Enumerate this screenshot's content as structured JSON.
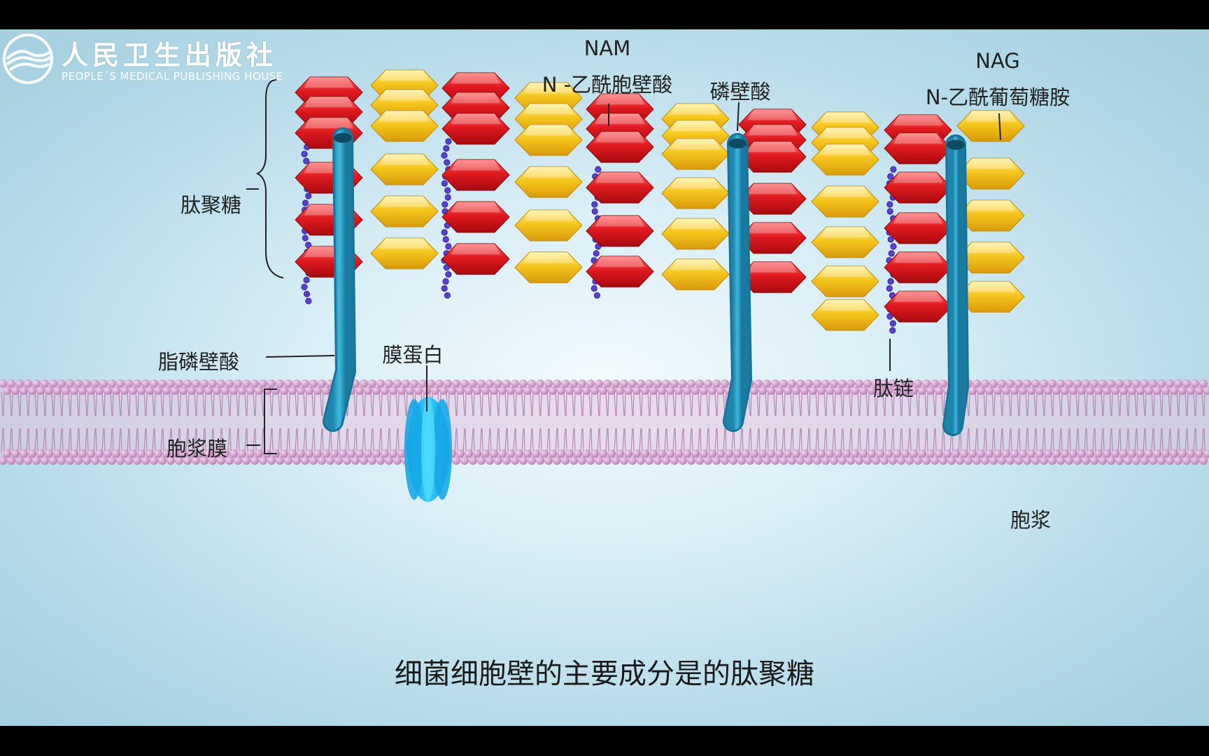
{
  "logo": {
    "name_cn": "人民卫生出版社",
    "name_en": "PEOPLE´S MEDICAL PUBLISHING HOUSE",
    "icon": "publisher-emblem-icon"
  },
  "labels": {
    "nam_abbr": "NAM",
    "nam_full": "N -乙酰胞壁酸",
    "teichoic_acid": "磷壁酸",
    "nag_abbr": "NAG",
    "nag_full": "N-乙酰葡萄糖胺",
    "peptidoglycan": "肽聚糖",
    "lipoteichoic_acid": "脂磷壁酸",
    "membrane_protein": "膜蛋白",
    "peptide_chain": "肽链",
    "plasma_membrane": "胞浆膜",
    "cytoplasm": "胞浆"
  },
  "caption": "细菌细胞壁的主要成分是的肽聚糖",
  "colors": {
    "nam": "#d8141b",
    "nag": "#f2c21d",
    "peptide": "#5a3fd0",
    "teichoic": "#2a9fc6",
    "membrane": "#c88fc0",
    "protein": "#19b7f0"
  }
}
